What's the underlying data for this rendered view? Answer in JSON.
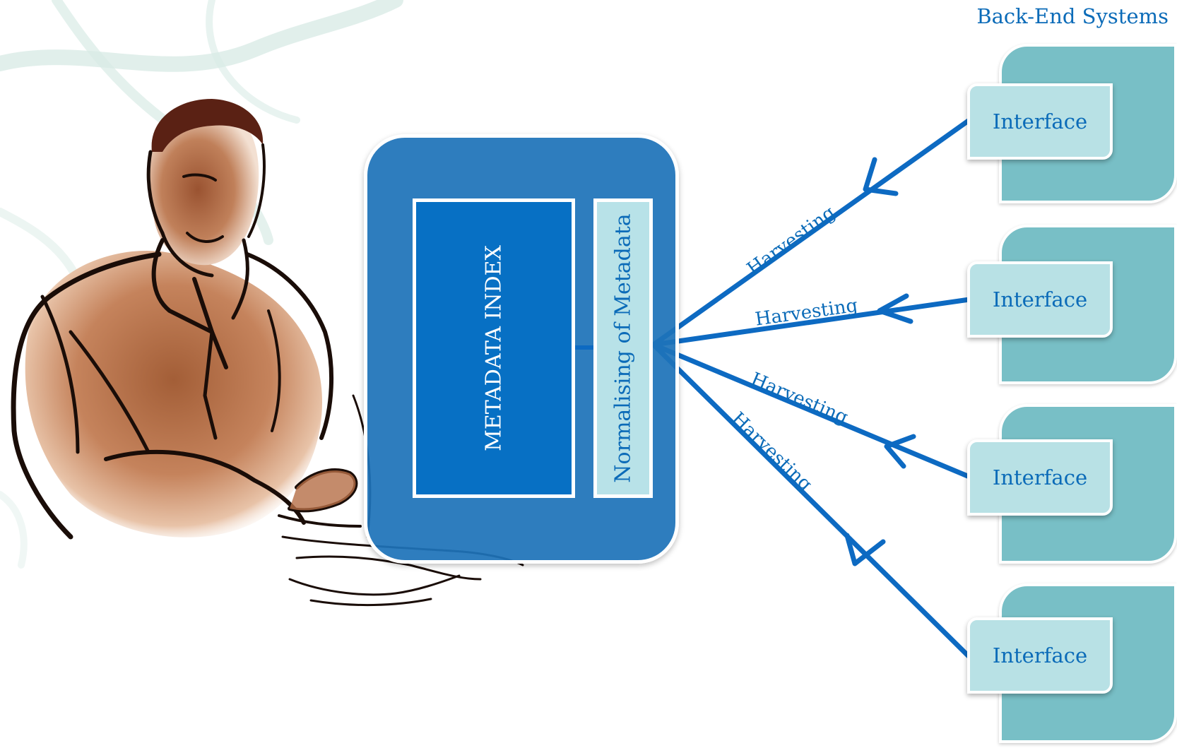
{
  "title": "Back-End Systems",
  "central": {
    "index_label": "METADATA INDEX",
    "normalising_label": "Normalising of Metadata"
  },
  "backends": [
    {
      "interface_label": "Interface"
    },
    {
      "interface_label": "Interface"
    },
    {
      "interface_label": "Interface"
    },
    {
      "interface_label": "Interface"
    }
  ],
  "harvesting": [
    {
      "label": "Harvesting"
    },
    {
      "label": "Harvesting"
    },
    {
      "label": "Harvesting"
    },
    {
      "label": "Harvesting"
    }
  ],
  "colors": {
    "accent": "#0b6bb8",
    "central_fill": "#1e73b9",
    "index_fill": "#0770c4",
    "normalising_fill": "#b8e2e8",
    "backend_fill": "#78bfc6",
    "interface_fill": "#b8e1e5",
    "figure_skin": "#b5734e"
  },
  "icons": {
    "user": "businessman-at-computer-illustration"
  }
}
